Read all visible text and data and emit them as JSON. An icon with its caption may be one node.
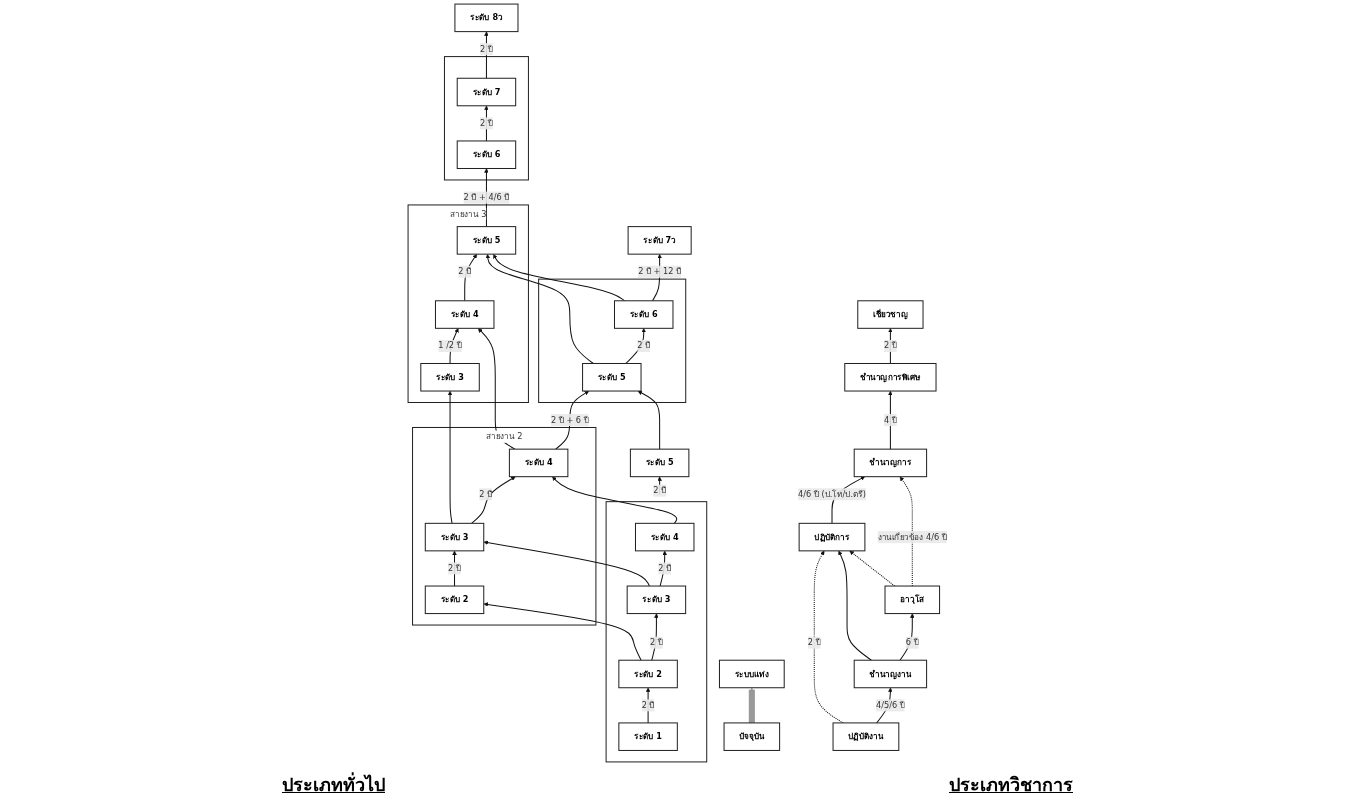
{
  "diagram": {
    "nodes": [
      {
        "text": [
          "ปัจจุบัน"
        ]
      },
      {
        "text": [
          "ระบบแท่ง"
        ]
      },
      {
        "text": [
          "ระดับ 8ว"
        ]
      },
      {
        "text": [],
        "shape": "box"
      },
      {
        "text": [
          "ระดับ 7"
        ],
        "in": 3
      },
      {
        "text": [
          "ระดับ 6"
        ],
        "in": 3
      },
      {
        "text": [
          "ระดับ 7ว"
        ]
      },
      {
        "text": [],
        "shape": "box"
      },
      {
        "text": [
          "ระดับ 6"
        ],
        "in": 7
      },
      {
        "text": [
          "ระดับ 5"
        ],
        "in": 7
      },
      {
        "text": [
          "ระดับ 5"
        ]
      },
      {
        "text": [
          "สายงาน 3"
        ]
      },
      {
        "text": [
          "ระดับ 5"
        ],
        "in": 11
      },
      {
        "text": [
          "ระดับ 4"
        ],
        "in": 11
      },
      {
        "text": [
          "ระดับ 3"
        ],
        "in": 11
      },
      {
        "text": [],
        "shape": "box"
      },
      {
        "text": [
          "ระดับ 4"
        ],
        "in": 15
      },
      {
        "text": [
          "ระดับ 3"
        ],
        "in": 15
      },
      {
        "text": [
          "ระดับ 2"
        ],
        "in": 15
      },
      {
        "text": [
          "ระดับ 1"
        ],
        "in": 15
      },
      {
        "text": [
          "สายงาน 2"
        ]
      },
      {
        "text": [
          "ระดับ 4"
        ],
        "in": 20
      },
      {
        "text": [
          "ระดับ 3"
        ],
        "in": 20
      },
      {
        "text": [
          "ระดับ 2"
        ],
        "in": 20
      },
      {
        "text": [
          "เชี่ยวชาญ"
        ]
      },
      {
        "text": [
          "ชำนาญการพิเศษ"
        ]
      },
      {
        "text": [
          "อาวุโส"
        ]
      },
      {
        "text": [
          "ชำนาญการ"
        ]
      },
      {
        "text": [
          "ชำนาญงาน"
        ]
      },
      {
        "text": [
          "ปฏิบัติการ"
        ]
      },
      {
        "text": [
          "ปฏิบัติงาน"
        ]
      }
    ],
    "edges": [
      {
        "from": 0,
        "to": 1,
        "arrow": "to",
        "style": "thick",
        "color": "#999999"
      },
      {
        "from": 19,
        "to": 18,
        "arrow": "to",
        "label": "2 ปี"
      },
      {
        "from": 18,
        "to": 17,
        "arrow": "to",
        "label": "2 ปี"
      },
      {
        "from": 17,
        "to": 16,
        "arrow": "to",
        "label": "2 ปี"
      },
      {
        "from": 15,
        "to": 10,
        "arrow": "to",
        "label": "2 ปี"
      },
      {
        "from": 10,
        "to": 9,
        "arrow": "to"
      },
      {
        "from": 16,
        "to": 21,
        "arrow": "to"
      },
      {
        "from": 17,
        "to": 22,
        "arrow": "to"
      },
      {
        "from": 18,
        "to": 23,
        "arrow": "to"
      },
      {
        "from": 23,
        "to": 22,
        "arrow": "to",
        "label": "2 ปี"
      },
      {
        "from": 22,
        "to": 21,
        "arrow": "to",
        "label": "2 ปี"
      },
      {
        "from": 21,
        "to": 9,
        "arrow": "to",
        "label": "2 ปี + 6 ปี"
      },
      {
        "from": 9,
        "to": 8,
        "arrow": "to",
        "label": "2 ปี"
      },
      {
        "from": 8,
        "to": 6,
        "arrow": "to",
        "label": "2 ปี + 12 ปี"
      },
      {
        "from": 8,
        "to": 12,
        "arrow": "to"
      },
      {
        "from": 9,
        "to": 12,
        "arrow": "to"
      },
      {
        "from": 21,
        "to": 13,
        "arrow": "to"
      },
      {
        "from": 22,
        "to": 14,
        "arrow": "to"
      },
      {
        "from": 14,
        "to": 13,
        "arrow": "to",
        "label": "1 /2 ปี"
      },
      {
        "from": 13,
        "to": 12,
        "arrow": "to",
        "label": "2 ปี"
      },
      {
        "from": 12,
        "to": 5,
        "arrow": "to",
        "label": "2 ปี + 4/6 ปี"
      },
      {
        "from": 5,
        "to": 4,
        "arrow": "to",
        "label": "2 ปี"
      },
      {
        "from": 4,
        "to": 2,
        "arrow": "to",
        "label": "2 ปี"
      },
      {
        "from": 30,
        "to": 28,
        "arrow": "to",
        "label": "4/5/6 ปี"
      },
      {
        "from": 28,
        "to": 26,
        "arrow": "to",
        "label": "6 ปี"
      },
      {
        "from": 26,
        "to": 27,
        "arrow": "to",
        "style": "dashed",
        "label": "งานเกี่ยวข้อง 4/6 ปี"
      },
      {
        "from": 26,
        "to": 29,
        "arrow": "to",
        "style": "dashed"
      },
      {
        "from": 28,
        "to": 29,
        "arrow": "to"
      },
      {
        "from": 30,
        "to": 29,
        "arrow": "to",
        "style": "dashed",
        "label": "2 ปี"
      },
      {
        "from": 29,
        "to": 27,
        "arrow": "to",
        "label": "4/6 ปี (ป.โท/ป.ตรี)"
      },
      {
        "from": 27,
        "to": 25,
        "arrow": "to",
        "label": "4 ปี"
      },
      {
        "from": 25,
        "to": 24,
        "arrow": "to",
        "label": "2 ปี"
      }
    ],
    "labels": [
      "ประเภททั่วไป",
      "ประเภทวิชาการ"
    ]
  }
}
